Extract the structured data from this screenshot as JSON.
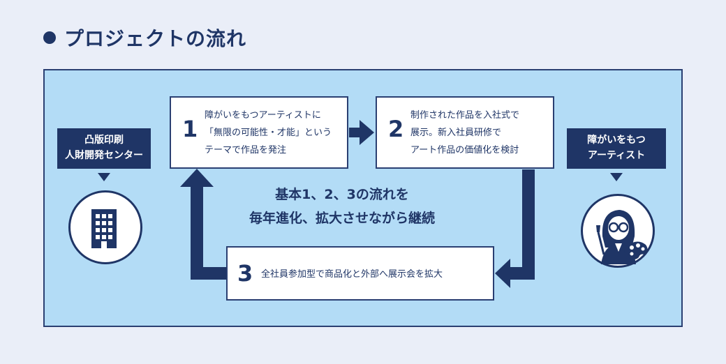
{
  "heading": {
    "text": "プロジェクトの流れ"
  },
  "left_actor": {
    "lines": [
      "凸版印刷",
      "人財開発センター"
    ],
    "icon": "building-icon"
  },
  "right_actor": {
    "lines": [
      "障がいをもつ",
      "アーティスト"
    ],
    "icon": "artist-icon"
  },
  "steps": [
    {
      "number": "1",
      "lines": [
        "障がいをもつアーティストに",
        "「無限の可能性・才能」という",
        "テーマで作品を発注"
      ]
    },
    {
      "number": "2",
      "lines": [
        "制作された作品を入社式で",
        "展示。新入社員研修で",
        "アート作品の価値化を検討"
      ]
    },
    {
      "number": "3",
      "lines": [
        "全社員参加型で商品化と外部へ展示会を拡大"
      ]
    }
  ],
  "center_message": {
    "lines": [
      "基本1、2、3の流れを",
      "毎年進化、拡大させながら継続"
    ]
  },
  "colors": {
    "navy": "#1f3566",
    "panel": "#b3dcf6",
    "background": "#eaeef8"
  }
}
